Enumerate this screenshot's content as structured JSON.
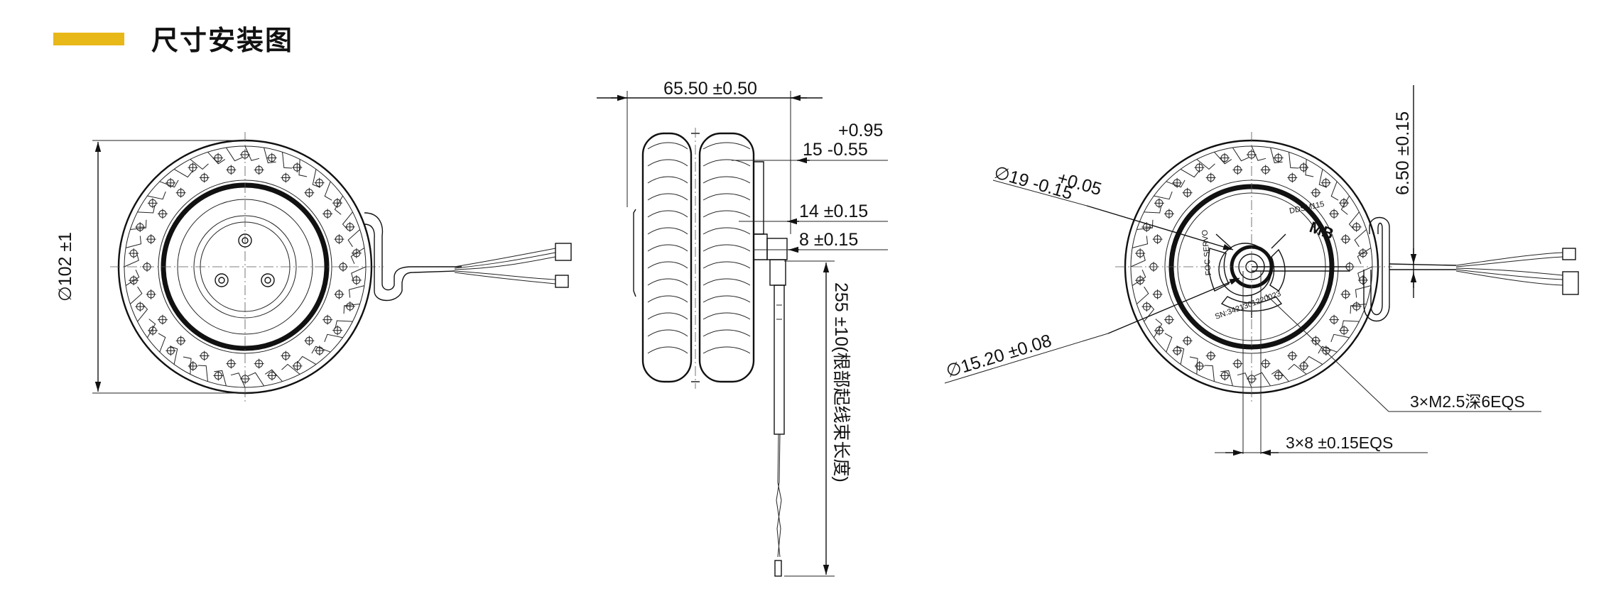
{
  "header": {
    "title": "尺寸安装图",
    "accent_color": "#E8B819"
  },
  "front_view": {
    "diameter": "∅102 ±1"
  },
  "side_view": {
    "width": "65.50 ±0.50",
    "dim_15_tol_upper": "+0.95",
    "dim_15": "15 -0.55",
    "dim_14": "14 ±0.15",
    "dim_8": "8 ±0.15",
    "cable_length": "255 ±10(根部起线束长度)"
  },
  "rear_view": {
    "shaft_diameter_tol_upper": "+0.05",
    "shaft_diameter": "∅19 -0.15",
    "hub_diameter": "∅15.20 ±0.08",
    "height": "6.50 ±0.15",
    "mount_holes": "3×M2.5深6EQS",
    "hole_spacing": "3×8 ±0.15EQS",
    "label_model": "DDSM115",
    "label_brand": "MB",
    "label_foc": "FOC SERVO",
    "label_serial": "SN:3421301220023"
  }
}
